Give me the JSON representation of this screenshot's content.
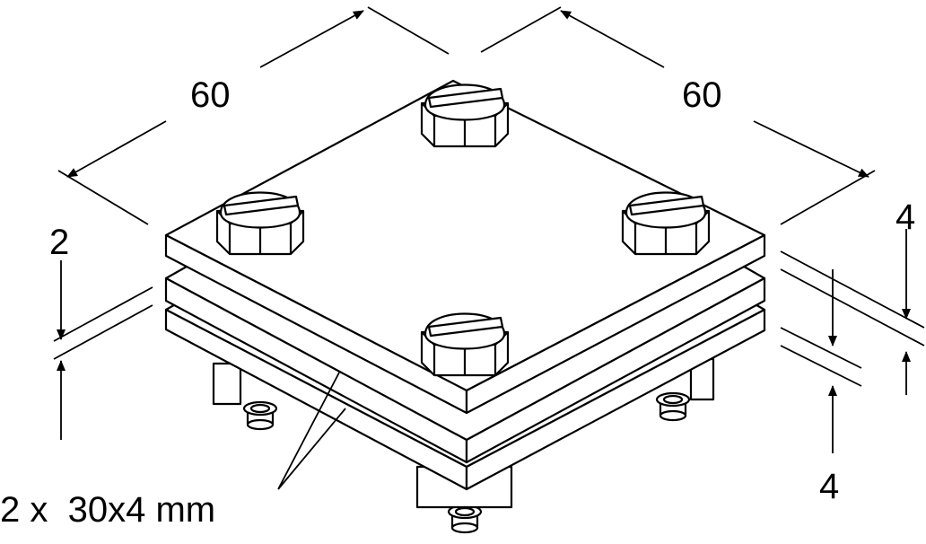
{
  "labels": {
    "width_left": "60",
    "width_right": "60",
    "gap_left": "2",
    "thickness_right_top": "4",
    "thickness_right_bottom": "4",
    "bar_spec": "2 x  30x4 mm"
  },
  "colors": {
    "line": "#000000",
    "fill": "#ffffff"
  }
}
